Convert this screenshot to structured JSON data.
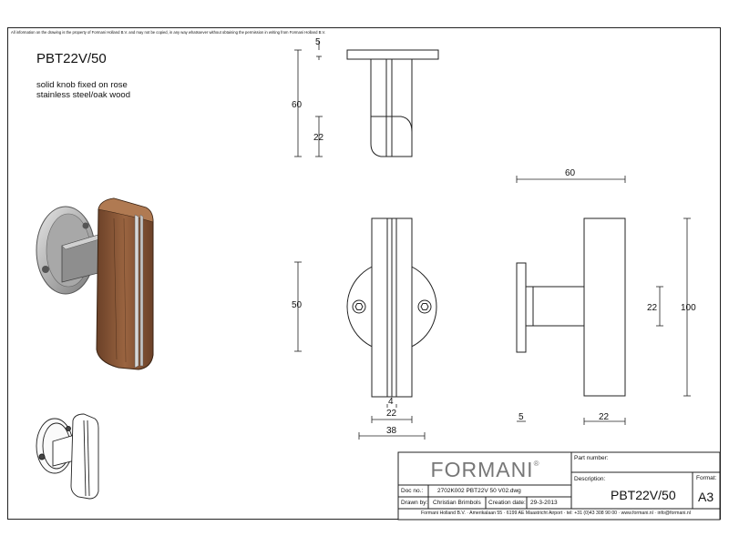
{
  "notice": "All information on the drawing is the property of Formani Holland B.V. and may not be copied, in any way whatsoever without obtaining the permission in writing from Formani Holland B.V.",
  "product": {
    "code": "PBT22V/50",
    "line1": "solid knob fixed on rose",
    "line2": "stainless steel/oak wood"
  },
  "dimensions": {
    "rose_thickness_top": "5",
    "total_height_side": "60",
    "knob_width_side": "22",
    "total_width": "60",
    "rose_height_front": "50",
    "knob_height": "100",
    "neck_height": "22",
    "inlay_width": "4",
    "knob_width_front": "22",
    "rose_diameter": "38",
    "rose_thickness_side": "5",
    "knob_depth_side": "22"
  },
  "title_block": {
    "brand": "FORMANI",
    "registered": "®",
    "part_number_label": "Part number:",
    "description_label": "Description:",
    "description_value": "PBT22V/50",
    "format_label": "Format:",
    "format_value": "A3",
    "doc_no_label": "Doc no.:",
    "doc_no_value": "2702K002 PBT22V 50 V02.dwg",
    "drawn_by_label": "Drawn by:",
    "drawn_by_value": "Christian Brimbols",
    "creation_date_label": "Creation date:",
    "creation_date_value": "29-3-2013",
    "footer": "Formani Holland B.V.  ·  Amerikalaan 55  ·  6199 AE Maastricht Airport  ·  tel: +31 (0)43 308 90 00  ·  www.formani.nl  ·  info@formani.nl"
  },
  "colors": {
    "oak": "#8a5535",
    "oak_dark": "#5e3a22",
    "steel": "#b8b8b8",
    "steel_dark": "#707070"
  }
}
